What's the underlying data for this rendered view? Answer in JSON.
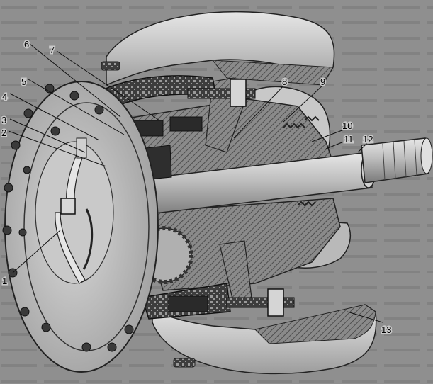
{
  "callouts": [
    {
      "id": "1",
      "text": "1"
    },
    {
      "id": "2",
      "text": "2"
    },
    {
      "id": "3",
      "text": "3"
    },
    {
      "id": "4",
      "text": "4"
    },
    {
      "id": "5",
      "text": "5"
    },
    {
      "id": "6",
      "text": "6"
    },
    {
      "id": "7",
      "text": "7"
    },
    {
      "id": "8",
      "text": "8"
    },
    {
      "id": "9",
      "text": "9"
    },
    {
      "id": "10",
      "text": "10"
    },
    {
      "id": "11",
      "text": "11"
    },
    {
      "id": "12",
      "text": "12"
    },
    {
      "id": "13",
      "text": "13"
    }
  ],
  "colors": {
    "background": "#8f8f8f",
    "metal_light": "#d9d9d9",
    "metal_mid": "#b3b3b3",
    "metal_dark": "#5a5a5a",
    "section_hatch": "#6e6e6e",
    "ink": "#1a1a1a"
  }
}
